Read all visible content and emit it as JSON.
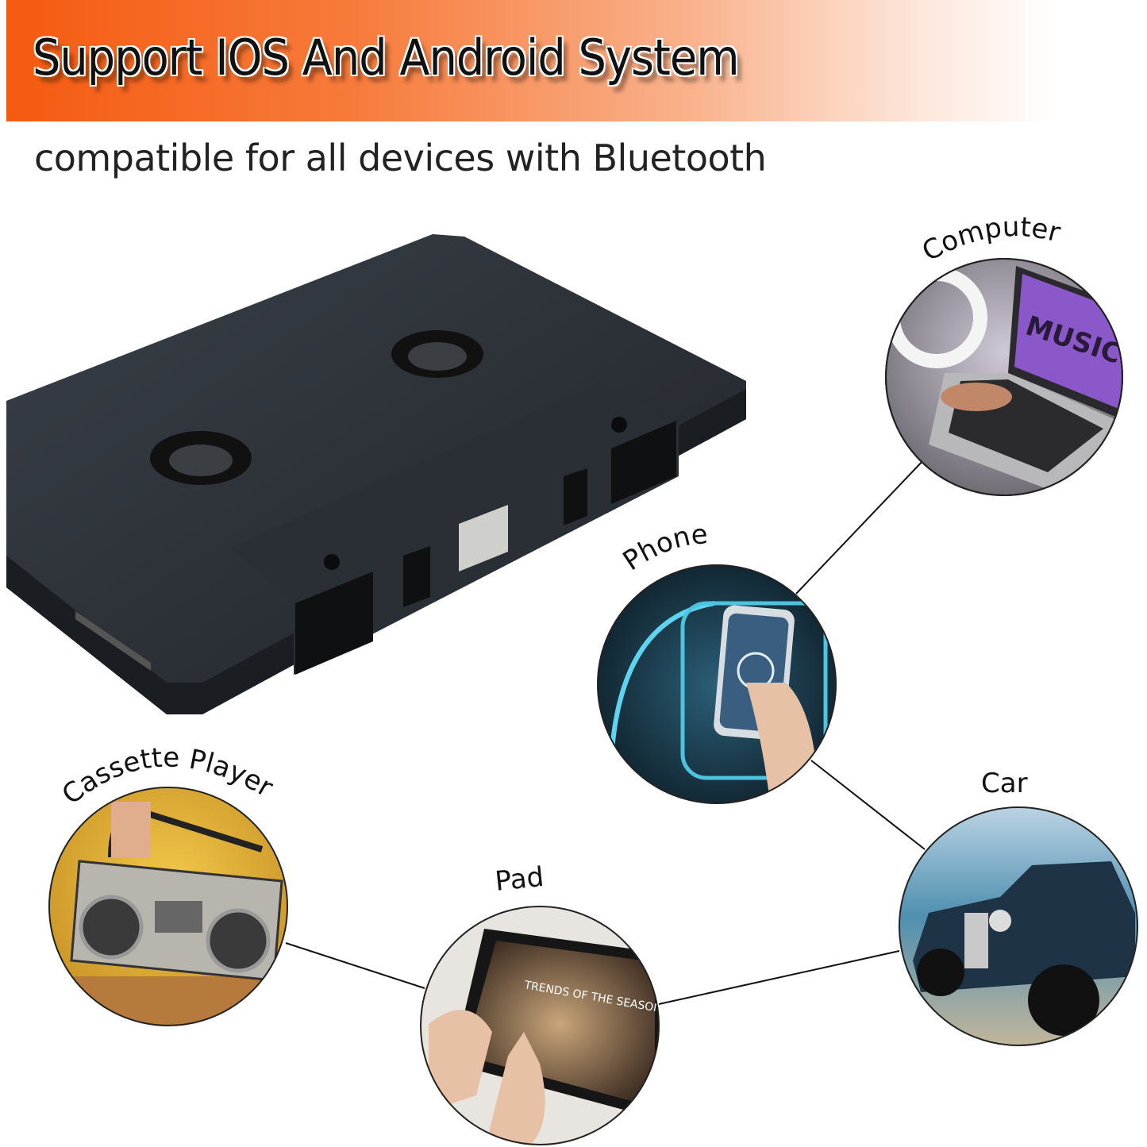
{
  "banner": {
    "title": "Support IOS And Android System",
    "color": "#f55a10"
  },
  "subtitle": "compatible for all devices with Bluetooth",
  "devices": {
    "computer": {
      "label": "Computer",
      "screen_text": "MUSIC"
    },
    "phone": {
      "label": "Phone"
    },
    "cassette_player": {
      "label": "Cassette Player"
    },
    "pad": {
      "label": "Pad",
      "screen_text": "TRENDS OF THE SEASON"
    },
    "car": {
      "label": "Car"
    }
  }
}
